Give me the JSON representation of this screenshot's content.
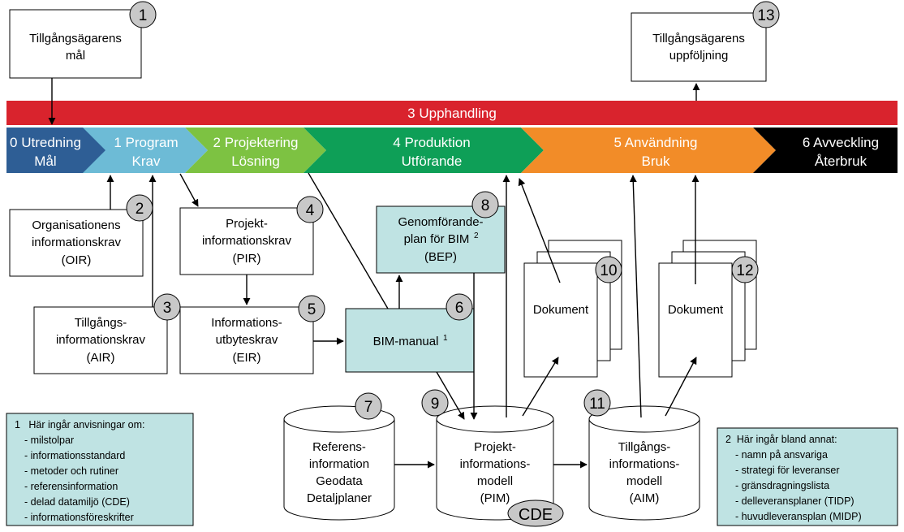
{
  "procurement_bar": {
    "label": "3 Upphandling",
    "color": "#D9232D"
  },
  "phases": [
    {
      "title": "0 Utredning",
      "subtitle": "Mål",
      "color": "#2E5E95"
    },
    {
      "title": "1 Program",
      "subtitle": "Krav",
      "color": "#6DBBD6"
    },
    {
      "title": "2 Projektering",
      "subtitle": "Lösning",
      "color": "#7DC242"
    },
    {
      "title": "4 Produktion",
      "subtitle": "Utförande",
      "color": "#0E9F57"
    },
    {
      "title": "5 Användning",
      "subtitle": "Bruk",
      "color": "#F28C28"
    },
    {
      "title": "6 Avveckling",
      "subtitle": "Återbruk",
      "color": "#000000"
    }
  ],
  "boxes": {
    "owner_goal": [
      "Tillgångsägarens",
      "mål"
    ],
    "owner_followup": [
      "Tillgångsägarens",
      "uppföljning"
    ],
    "oir": [
      "Organisationens",
      "informationskrav",
      "(OIR)"
    ],
    "pir": [
      "Projekt-",
      "informationskrav",
      "(PIR)"
    ],
    "air": [
      "Tillgångs-",
      "informationskrav",
      "(AIR)"
    ],
    "eir": [
      "Informations-",
      "utbyteskrav",
      "(EIR)"
    ],
    "bep": [
      "Genomförande-",
      "plan för BIM",
      "(BEP)"
    ],
    "bep_sup": "2",
    "bim_manual": "BIM-manual",
    "bim_manual_sup": "1"
  },
  "documents": {
    "doc10": "Dokument",
    "doc12": "Dokument"
  },
  "cylinders": {
    "ref": [
      "Referens-",
      "information",
      "Geodata",
      "Detaljplaner"
    ],
    "pim": [
      "Projekt-",
      "informations-",
      "modell",
      "(PIM)"
    ],
    "aim": [
      "Tillgångs-",
      "informations-",
      "modell",
      "(AIM)"
    ]
  },
  "cde_label": "CDE",
  "badges": [
    "1",
    "2",
    "3",
    "4",
    "5",
    "6",
    "7",
    "8",
    "9",
    "10",
    "11",
    "12",
    "13"
  ],
  "note1": {
    "heading": "1   Här ingår anvisningar om:",
    "items": [
      "- milstolpar",
      "- informationsstandard",
      "- metoder och rutiner",
      "- referensinformation",
      "- delad datamiljö (CDE)",
      "- informationsföreskrifter"
    ]
  },
  "note2": {
    "heading": "2  Här ingår bland annat:",
    "items": [
      "- namn på ansvariga",
      "- strategi för leveranser",
      "- gränsdragningslista",
      "- delleveransplaner (TIDP)",
      "- huvudleveransplan (MIDP)"
    ]
  },
  "colors": {
    "teal_box": "#BFE3E3",
    "badge": "#C8C8C8",
    "note": "#BFE3E3"
  }
}
